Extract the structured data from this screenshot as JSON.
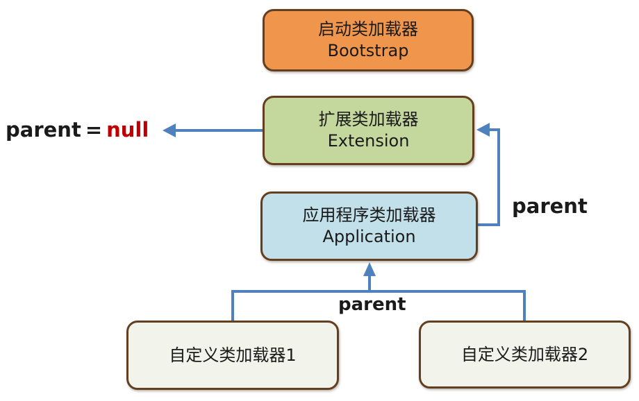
{
  "diagram": {
    "title": "JVM class loader parent-delegation hierarchy",
    "nodes": [
      {
        "id": "bootstrap",
        "line1": "启动类加载器",
        "line2": "Bootstrap"
      },
      {
        "id": "extension",
        "line1": "扩展类加载器",
        "line2": "Extension"
      },
      {
        "id": "application",
        "line1": "应用程序类加载器",
        "line2": "Application"
      },
      {
        "id": "custom1",
        "line1": "自定义类加载器1",
        "line2": ""
      },
      {
        "id": "custom2",
        "line1": "自定义类加载器2",
        "line2": ""
      }
    ],
    "labels": {
      "parent_null": {
        "parent": "parent",
        "equals": "=",
        "value": "null"
      },
      "parent_right": "parent",
      "parent_bottom": "parent"
    }
  },
  "colors": {
    "box-orange": "#F0954C",
    "box-green": "#C4D79D",
    "box-blue": "#C2E0E9",
    "box-cream": "#F2F3EA",
    "box-border": "#633F20",
    "arrow-blue": "#4F81BD",
    "null-red": "#C00000",
    "text-dark": "#1A1A1A",
    "background": "#FFFFFF"
  }
}
